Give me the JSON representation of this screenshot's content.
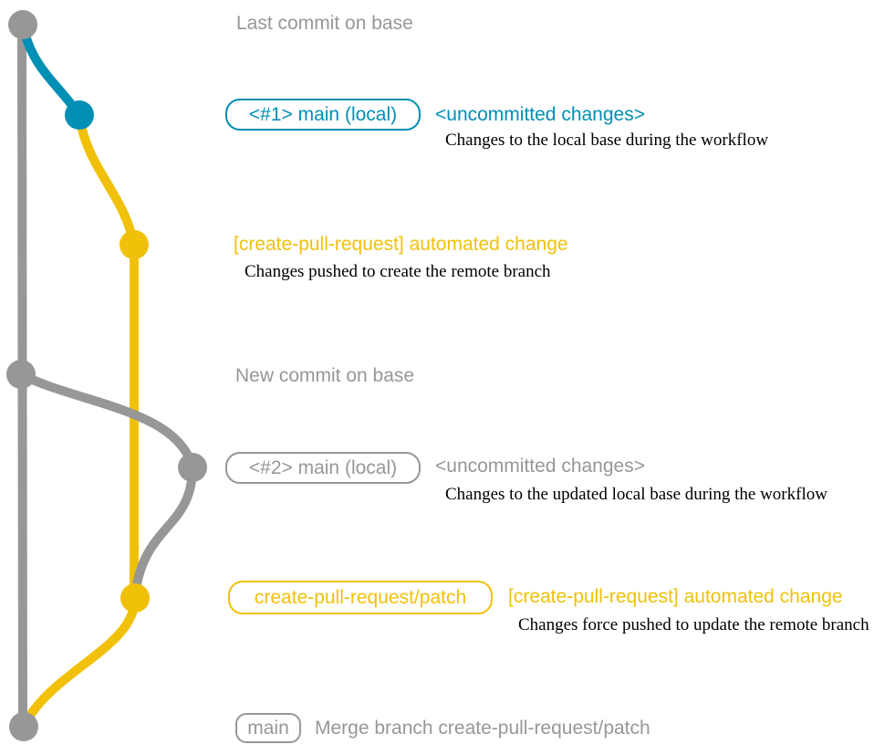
{
  "colors": {
    "gray": "#979797",
    "blue": "#008fb5",
    "yellow": "#f1c109"
  },
  "labels": {
    "last_commit": "Last commit on base",
    "badge_main_local_1": "<#1> main (local)",
    "uncommitted_1": "<uncommitted changes>",
    "note_1": "Changes to the local base during the workflow",
    "automated_change_1": "[create-pull-request] automated change",
    "note_2": "Changes pushed to create the remote branch",
    "new_commit": "New commit on base",
    "badge_main_local_2": "<#2> main (local)",
    "uncommitted_2": "<uncommitted changes>",
    "note_3": "Changes to the updated local base during the workflow",
    "badge_patch_branch": "create-pull-request/patch",
    "automated_change_2": "[create-pull-request] automated change",
    "note_4": "Changes force pushed to update the remote branch",
    "badge_main": "main",
    "merge_message": "Merge branch create-pull-request/patch"
  },
  "graph": {
    "branches": [
      {
        "name": "base",
        "color_key": "gray"
      },
      {
        "name": "main (local)",
        "color_key": "blue"
      },
      {
        "name": "create-pull-request/patch",
        "color_key": "yellow"
      }
    ],
    "commits": [
      {
        "id": "last-commit-on-base",
        "branch": "base"
      },
      {
        "id": "uncommitted-changes-1",
        "branch": "main (local)"
      },
      {
        "id": "automated-change-1",
        "branch": "create-pull-request/patch"
      },
      {
        "id": "new-commit-on-base",
        "branch": "base"
      },
      {
        "id": "uncommitted-changes-2",
        "branch": "main (local)"
      },
      {
        "id": "automated-change-2",
        "branch": "create-pull-request/patch"
      },
      {
        "id": "merge-into-main",
        "branch": "base"
      }
    ]
  }
}
